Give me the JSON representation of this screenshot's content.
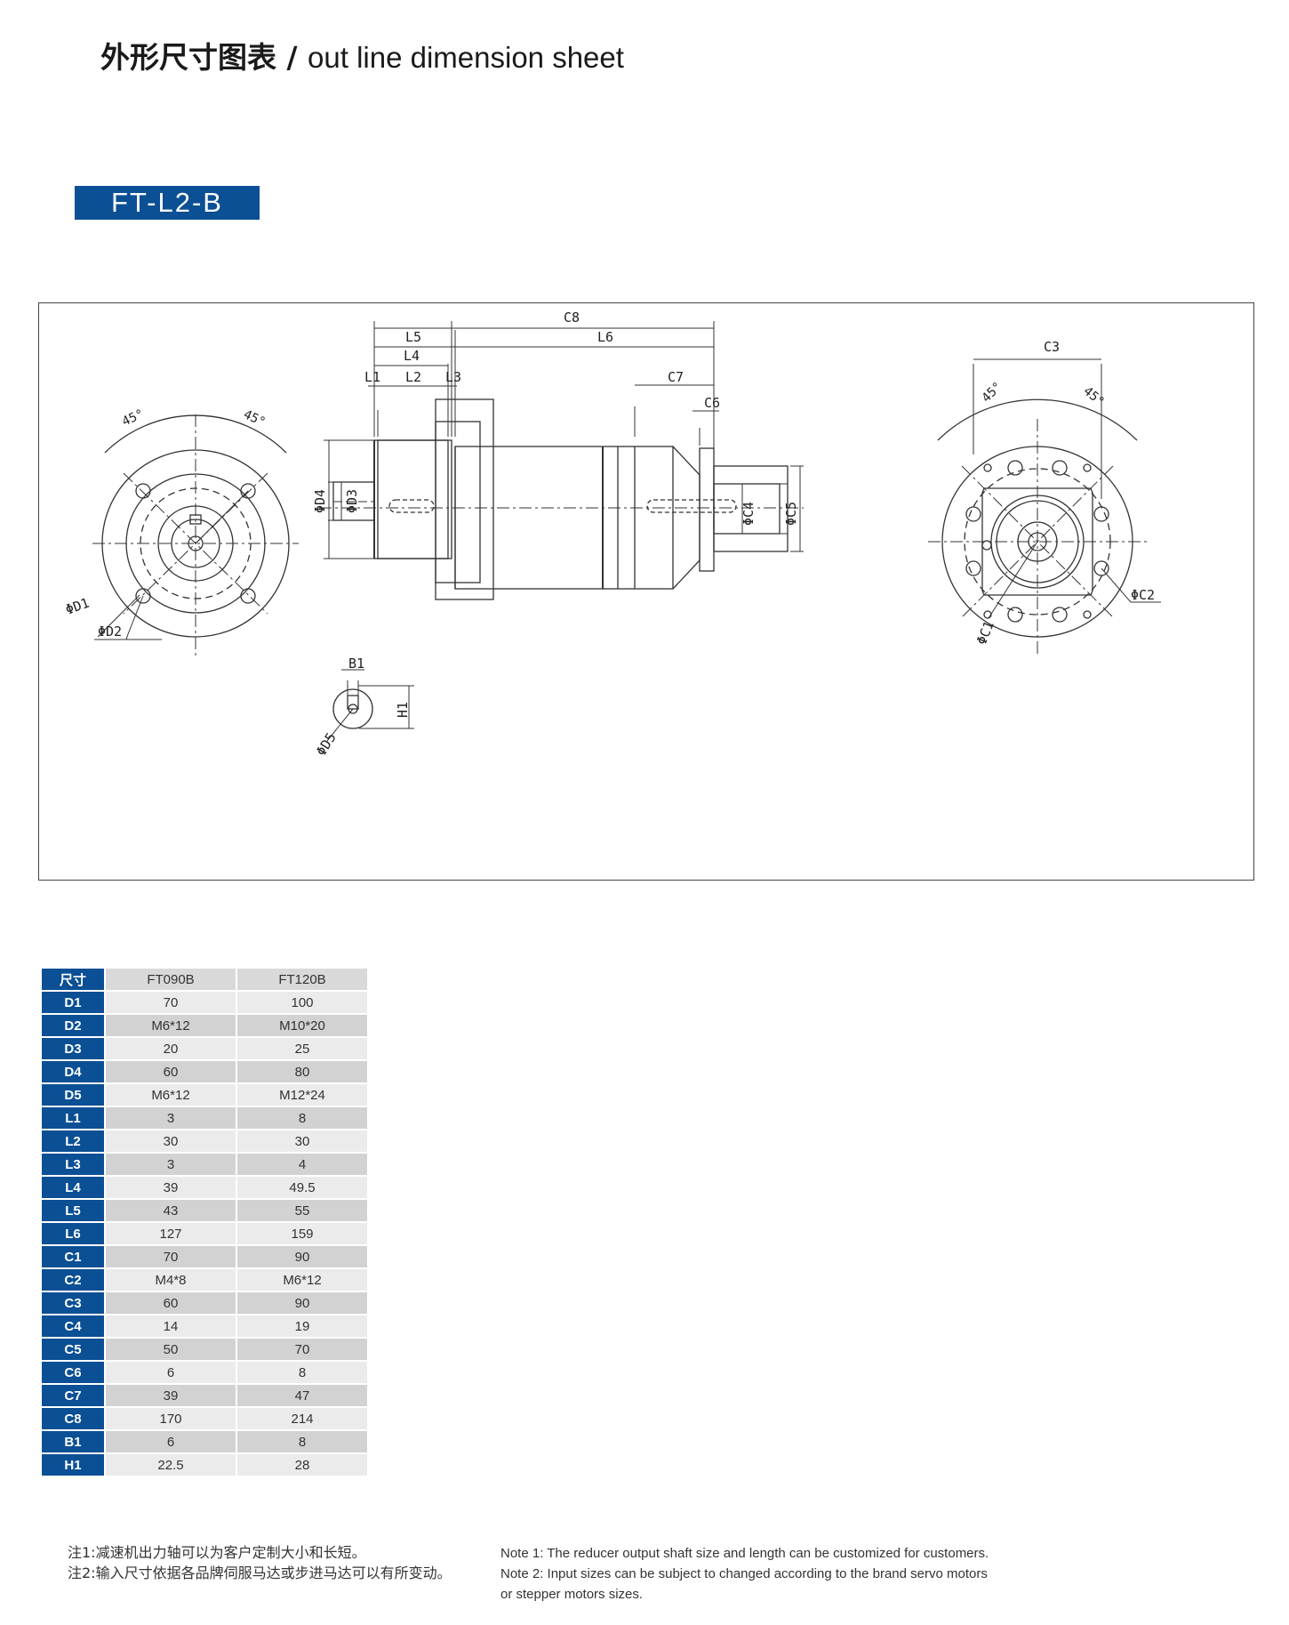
{
  "title": {
    "cn": "外形尺寸图表",
    "separator": " / ",
    "en": "out line dimension sheet"
  },
  "model": "FT-L2-B",
  "drawing_labels": {
    "angle_left_1": "45°",
    "angle_left_2": "45°",
    "angle_right_1": "45°",
    "angle_right_2": "45°",
    "d1": "ΦD1",
    "d2": "ΦD2",
    "d3": "ΦD3",
    "d4": "ΦD4",
    "d5": "ΦD5",
    "l1": "L1",
    "l2": "L2",
    "l3": "L3",
    "l4": "L4",
    "l5": "L5",
    "l6": "L6",
    "c1": "ΦC1",
    "c2": "ΦC2",
    "c3": "C3",
    "c4": "ΦC4",
    "c5": "ΦC5",
    "c6": "C6",
    "c7": "C7",
    "c8": "C8",
    "b1": "B1",
    "h1": "H1"
  },
  "table": {
    "corner": "尺寸",
    "columns": [
      "FT090B",
      "FT120B"
    ],
    "rows": [
      {
        "label": "D1",
        "values": [
          "70",
          "100"
        ]
      },
      {
        "label": "D2",
        "values": [
          "M6*12",
          "M10*20"
        ]
      },
      {
        "label": "D3",
        "values": [
          "20",
          "25"
        ]
      },
      {
        "label": "D4",
        "values": [
          "60",
          "80"
        ]
      },
      {
        "label": "D5",
        "values": [
          "M6*12",
          "M12*24"
        ]
      },
      {
        "label": "L1",
        "values": [
          "3",
          "8"
        ]
      },
      {
        "label": "L2",
        "values": [
          "30",
          "30"
        ]
      },
      {
        "label": "L3",
        "values": [
          "3",
          "4"
        ]
      },
      {
        "label": "L4",
        "values": [
          "39",
          "49.5"
        ]
      },
      {
        "label": "L5",
        "values": [
          "43",
          "55"
        ]
      },
      {
        "label": "L6",
        "values": [
          "127",
          "159"
        ]
      },
      {
        "label": "C1",
        "values": [
          "70",
          "90"
        ]
      },
      {
        "label": "C2",
        "values": [
          "M4*8",
          "M6*12"
        ]
      },
      {
        "label": "C3",
        "values": [
          "60",
          "90"
        ]
      },
      {
        "label": "C4",
        "values": [
          "14",
          "19"
        ]
      },
      {
        "label": "C5",
        "values": [
          "50",
          "70"
        ]
      },
      {
        "label": "C6",
        "values": [
          "6",
          "8"
        ]
      },
      {
        "label": "C7",
        "values": [
          "39",
          "47"
        ]
      },
      {
        "label": "C8",
        "values": [
          "170",
          "214"
        ]
      },
      {
        "label": "B1",
        "values": [
          "6",
          "8"
        ]
      },
      {
        "label": "H1",
        "values": [
          "22.5",
          "28"
        ]
      }
    ]
  },
  "notes_cn": [
    "注1:减速机出力轴可以为客户定制大小和长短。",
    "注2:输入尺寸依据各品牌伺服马达或步进马达可以有所变动。"
  ],
  "notes_en": [
    "Note 1: The reducer output shaft size and length can be customized for customers.",
    "Note 2: Input sizes can be subject to changed according to the brand servo motors",
    "or stepper motors sizes."
  ],
  "colors": {
    "accent": "#0b4f95",
    "row_light": "#ebebeb",
    "row_dark": "#d2d2d2",
    "header": "#d9d9d9"
  }
}
